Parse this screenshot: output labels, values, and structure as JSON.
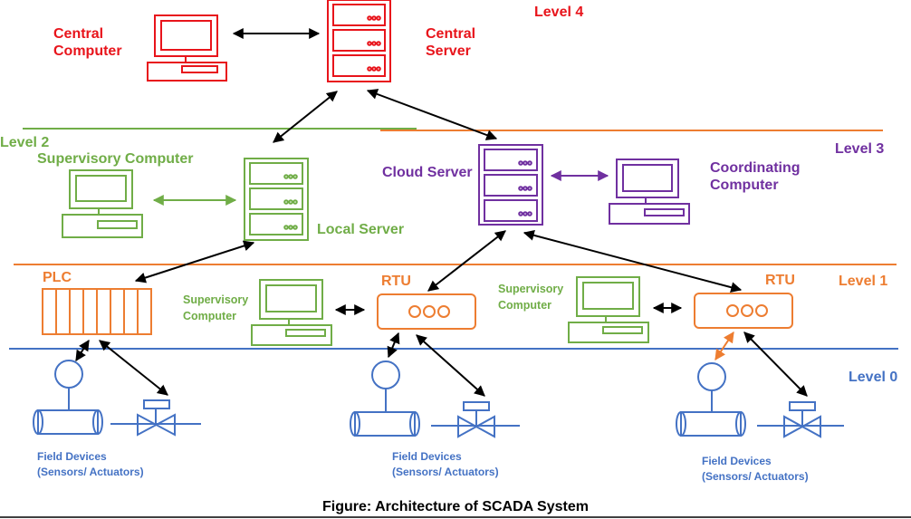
{
  "levels": {
    "level4": "Level 4",
    "level3": "Level 3",
    "level2": "Level 2",
    "level1": "Level 1",
    "level0": "Level 0"
  },
  "labels": {
    "central_computer": [
      "Central",
      "Computer"
    ],
    "central_server": [
      "Central",
      "Server"
    ],
    "supervisory_computer_l2": "Supervisory Computer",
    "local_server": "Local Server",
    "cloud_server": "Cloud Server",
    "coordinating_computer": [
      "Coordinating",
      "Computer"
    ],
    "plc": "PLC",
    "rtu": "RTU",
    "supervisory_computer_l1": [
      "Supervisory",
      "Computer"
    ],
    "field_devices": [
      "Field Devices",
      "(Sensors/ Actuators)"
    ]
  },
  "caption": "Figure: Architecture of SCADA System",
  "colors": {
    "level4": "#e8141b",
    "level2": "#70ad47",
    "level3": "#7030a0",
    "level1": "#ed7d31",
    "level0": "#4472c4"
  }
}
